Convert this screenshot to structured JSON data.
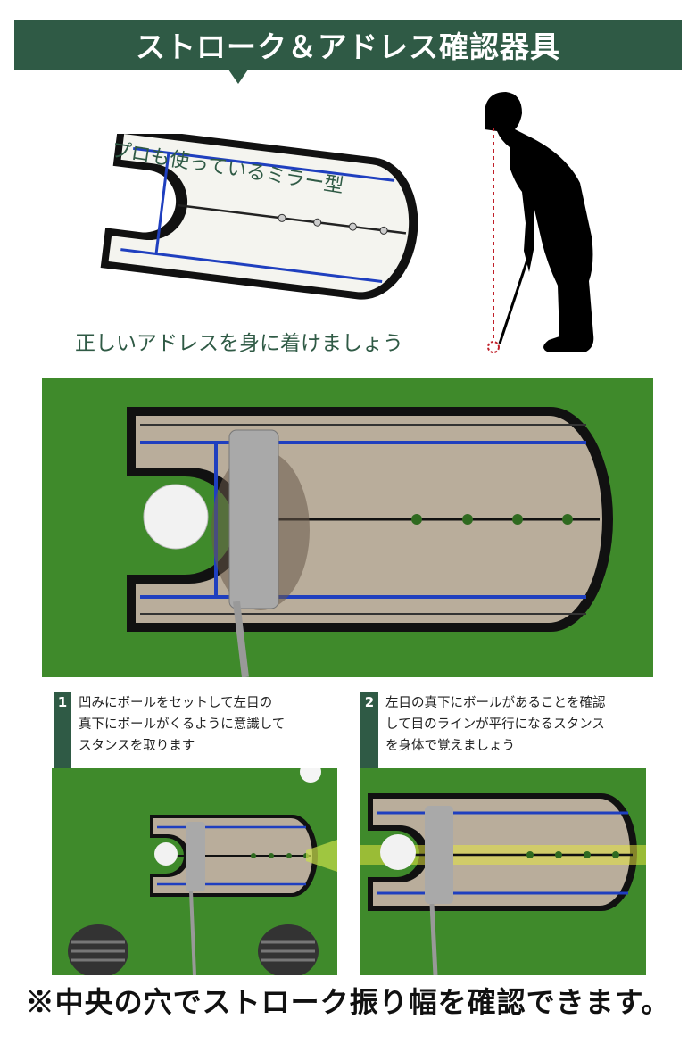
{
  "header": {
    "title": "ストローク＆アドレス確認器具"
  },
  "intro": {
    "caption_mirror": "プロも使っているミラー型",
    "caption_address": "正しいアドレスを身に着けましょう"
  },
  "steps": [
    {
      "number": "1",
      "text": "凹みにボールをセットして左目の\n真下にボールがくるように意識して\nスタンスを取ります"
    },
    {
      "number": "2",
      "text": "左目の真下にボールがあることを確認\nして目のラインが平行になるスタンス\nを身体で覚えましょう"
    }
  ],
  "footer": {
    "note": "※中央の穴でストローク振り幅を確認できます。"
  },
  "colors": {
    "brand_green": "#2f5a45",
    "turf": "#3f8a2b",
    "mirror_blue": "#1f3fbf",
    "guide_red": "#c0202a"
  },
  "icons": [
    "mirror-icon",
    "golfer-silhouette-icon",
    "ball-icon",
    "putter-icon"
  ]
}
